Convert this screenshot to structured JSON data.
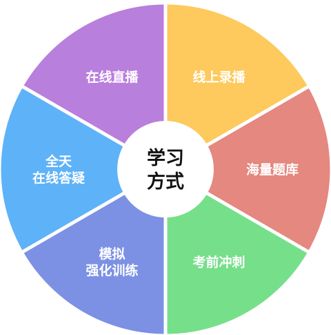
{
  "center": {
    "lines": [
      "学习",
      "方式"
    ]
  },
  "segments": [
    {
      "id": "online-live",
      "lines": [
        "在线直播"
      ],
      "color": "#B97FDC"
    },
    {
      "id": "online-recorded",
      "lines": [
        "线上录播"
      ],
      "color": "#FEC95D"
    },
    {
      "id": "question-bank",
      "lines": [
        "海量题库"
      ],
      "color": "#E48880"
    },
    {
      "id": "exam-sprint",
      "lines": [
        "考前冲刺"
      ],
      "color": "#76DF8A"
    },
    {
      "id": "mock-training",
      "lines": [
        "模拟",
        "强化训练"
      ],
      "color": "#7C91E4"
    },
    {
      "id": "all-day-qa",
      "lines": [
        "全天",
        "在线答疑"
      ],
      "color": "#5EB2F8"
    }
  ]
}
